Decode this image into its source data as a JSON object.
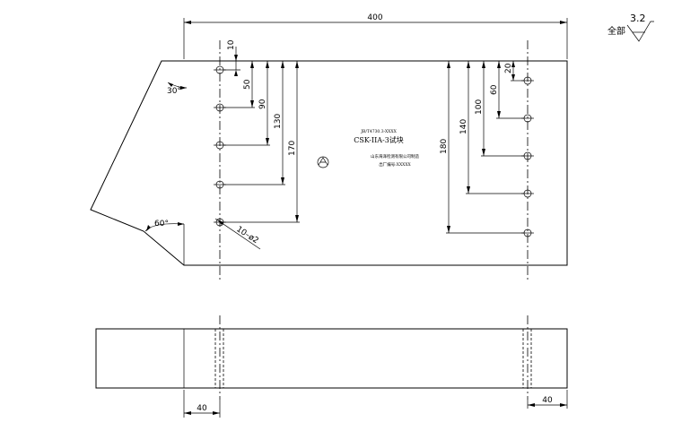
{
  "surface_finish": {
    "prefix": "全部",
    "roughness": "3.2"
  },
  "front_view": {
    "overall_length": "400",
    "left_vertical_dims": [
      "10",
      "50",
      "90",
      "130",
      "170"
    ],
    "right_vertical_dims": [
      "20",
      "60",
      "100",
      "140",
      "180"
    ],
    "angle_top": "30°",
    "angle_bottom": "60°",
    "hole_callout": "10–ø2"
  },
  "label_plate": {
    "standard": "JB/T4730.3-XXXX",
    "name": "CSK-IIA-3试块",
    "maker": "山东海泽检测有限公司制造",
    "serial": "出厂编号:XXXXX"
  },
  "bottom_view": {
    "left_dim": "40",
    "right_dim": "40"
  }
}
